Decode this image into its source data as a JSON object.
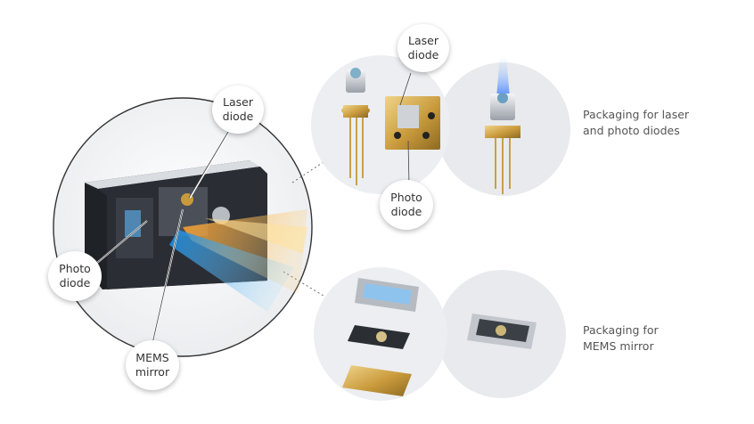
{
  "callouts": {
    "laser_main": "Laser\ndiode",
    "photo_main": "Photo\ndiode",
    "mems_main": "MEMS\nmirror",
    "laser_pkg": "Laser\ndiode",
    "photo_pkg": "Photo\ndiode"
  },
  "captions": {
    "laser_photo_packaging": "Packaging for laser\nand photo diodes",
    "mems_packaging": "Packaging for\nMEMS mirror"
  },
  "colors": {
    "beam_orange": "#f6a23a",
    "beam_blue": "#2fa6e8",
    "gold": "#c99a3c",
    "module_dark": "#2a2d33"
  }
}
